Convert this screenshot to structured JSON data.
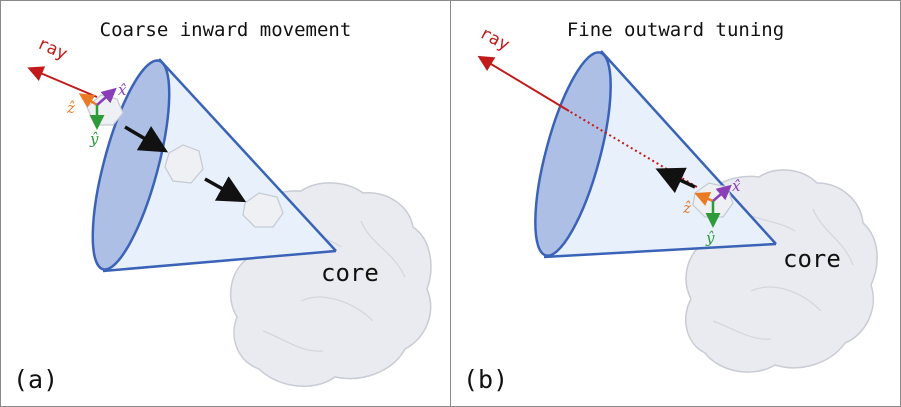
{
  "panels": [
    {
      "title": "Coarse inward movement",
      "tag": "(a)",
      "core_label": "core",
      "ray_label": "ray",
      "axis_labels": {
        "x": "x̂",
        "y": "ŷ",
        "z": "ẑ"
      }
    },
    {
      "title": "Fine outward tuning",
      "tag": "(b)",
      "core_label": "core",
      "ray_label": "ray",
      "axis_labels": {
        "x": "x̂",
        "y": "ŷ",
        "z": "ẑ"
      }
    }
  ],
  "colors": {
    "cone_edge": "#3a63b8",
    "cone_fill": "#e8f0fb",
    "cone_base": "#aebfe6",
    "ray": "#c21a1a",
    "motion_arrow": "#111111",
    "axis_x": "#8a3fb8",
    "axis_y": "#2f9a3a",
    "axis_z": "#ea7a24",
    "rock_fill": "#e9ebf0",
    "rock_edge": "#c9ccd4"
  }
}
